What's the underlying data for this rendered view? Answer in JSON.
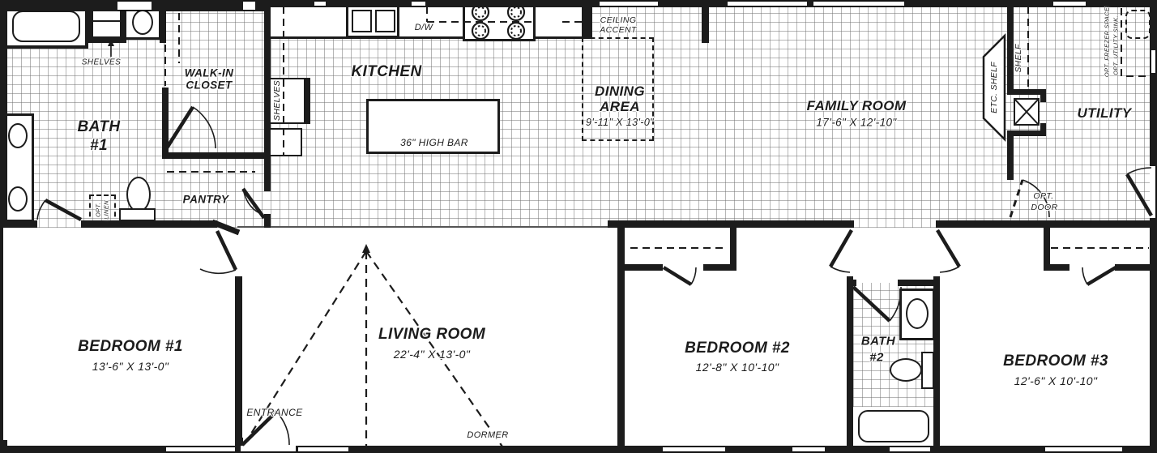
{
  "colors": {
    "wall": "#1c1c1c",
    "tile_line": "#6e6e6e",
    "background": "#ffffff"
  },
  "rooms": {
    "bath1": {
      "l1": "BATH",
      "l2": "#1"
    },
    "walkin": {
      "l1": "WALK-IN",
      "l2": "CLOSET"
    },
    "kitchen": {
      "name": "KITCHEN"
    },
    "dining": {
      "l1": "DINING",
      "l2": "AREA",
      "dims": "9'-11\" X 13'-0\""
    },
    "family": {
      "name": "FAMILY ROOM",
      "dims": "17'-6\" X 12'-10\""
    },
    "utility": {
      "name": "UTILITY"
    },
    "pantry": {
      "name": "PANTRY"
    },
    "bedroom1": {
      "name": "BEDROOM #1",
      "dims": "13'-6\" X 13'-0\""
    },
    "living": {
      "name": "LIVING ROOM",
      "dims": "22'-4\" X 13'-0\""
    },
    "bedroom2": {
      "name": "BEDROOM #2",
      "dims": "12'-8\" X 10'-10\""
    },
    "bath2": {
      "l1": "BATH",
      "l2": "#2"
    },
    "bedroom3": {
      "name": "BEDROOM #3",
      "dims": "12'-6\" X 10'-10\""
    }
  },
  "features": {
    "shelves_bath": "SHELVES",
    "shelves_kitchen": "SHELVES",
    "shelf": "SHELF",
    "etc_shelf": "ETC. SHELF",
    "ceiling_accent": {
      "l1": "CEILING",
      "l2": "ACCENT"
    },
    "dw": "D/W",
    "high_bar": "36\" HIGH BAR",
    "opt_linen": {
      "l1": "OPT.",
      "l2": "LINEN"
    },
    "opt_door": {
      "l1": "OPT.",
      "l2": "DOOR"
    },
    "opt_freezer": "OPT. FREEZER SPACE",
    "opt_utility_sink": "OPT. UTILITY SINK.",
    "entrance": "ENTRANCE",
    "dormer": "DORMER"
  }
}
